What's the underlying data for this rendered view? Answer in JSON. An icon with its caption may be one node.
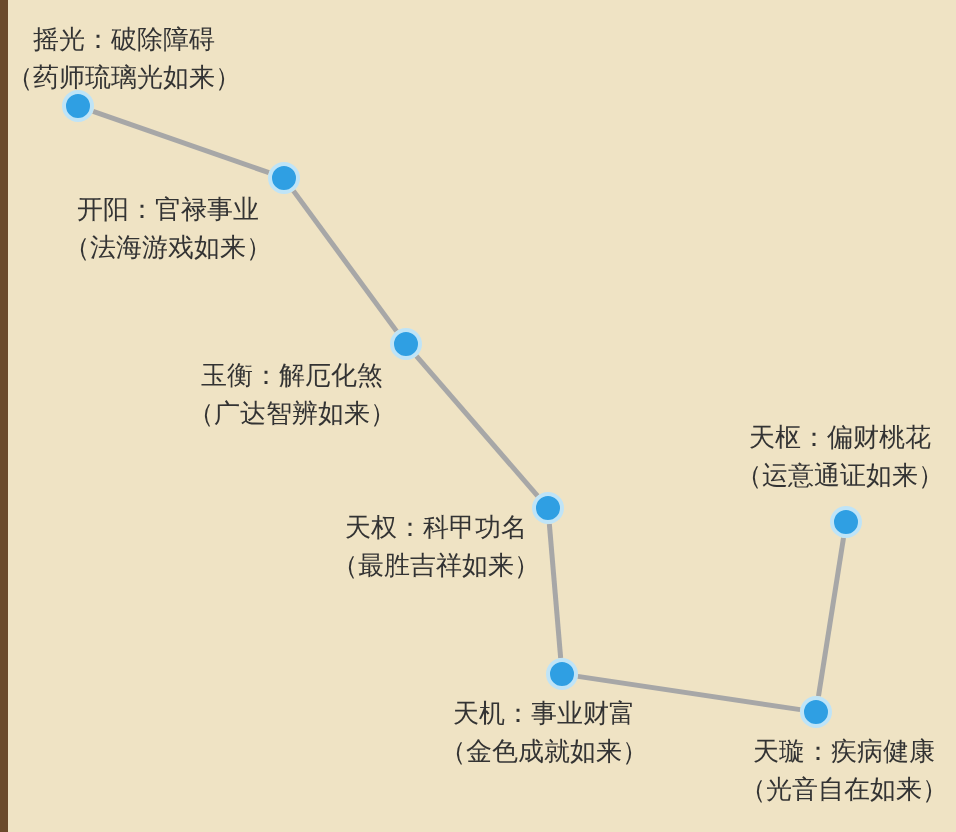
{
  "diagram": {
    "nodes": [
      {
        "text": [],
        "shape": "circle",
        "beside": [
          "摇光：破除障碍",
          "（药师琉璃光如来）"
        ]
      },
      {
        "text": [],
        "shape": "circle",
        "beside": [
          "开阳：官禄事业",
          "（法海游戏如来）"
        ]
      },
      {
        "text": [],
        "shape": "circle",
        "beside": [
          "玉衡：解厄化煞",
          "（广达智辨如来）"
        ]
      },
      {
        "text": [],
        "shape": "circle",
        "beside": [
          "天权：科甲功名",
          "（最胜吉祥如来）"
        ]
      },
      {
        "text": [],
        "shape": "circle",
        "beside": [
          "天机：事业财富",
          "（金色成就如来）"
        ]
      },
      {
        "text": [],
        "shape": "circle",
        "beside": [
          "天璇：疾病健康",
          "（光音自在如来）"
        ]
      },
      {
        "text": [],
        "shape": "circle",
        "beside": [
          "天枢：偏财桃花",
          "（运意通证如来）"
        ]
      }
    ],
    "edges": [
      {
        "from": 0,
        "to": 1,
        "arrow": "none"
      },
      {
        "from": 1,
        "to": 2,
        "arrow": "none"
      },
      {
        "from": 2,
        "to": 3,
        "arrow": "none"
      },
      {
        "from": 3,
        "to": 4,
        "arrow": "none"
      },
      {
        "from": 4,
        "to": 5,
        "arrow": "none"
      },
      {
        "from": 5,
        "to": 6,
        "arrow": "none"
      }
    ]
  }
}
